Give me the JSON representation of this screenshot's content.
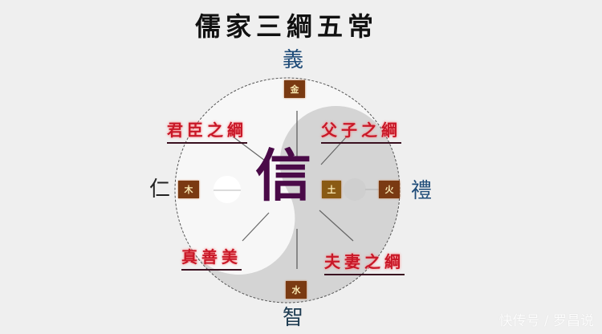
{
  "title": "儒家三綱五常",
  "center": "信",
  "virtues": {
    "top": "義",
    "left": "仁",
    "right": "禮",
    "bottom": "智"
  },
  "elements": {
    "top": "金",
    "left": "木",
    "center_right": "土",
    "right": "火",
    "bottom": "水"
  },
  "bonds": {
    "upper_left": "君臣之綱",
    "upper_right": "父子之綱",
    "lower_left": "真善美",
    "lower_right": "夫妻之綱"
  },
  "watermark": "快传号 / 罗昌说",
  "colors": {
    "background": "#efefef",
    "circle_light": "#f7f7f7",
    "circle_dark": "#d2d2d2",
    "element_box": "#7a3a12",
    "bond_text": "#c81828",
    "center_char": "#4a0a48",
    "virtue_text": "#1e4b78"
  }
}
